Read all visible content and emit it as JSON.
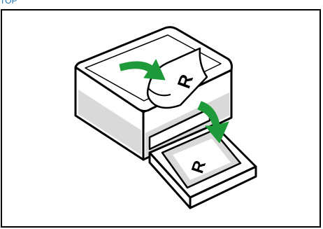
{
  "header": {
    "link_text": "TOP"
  },
  "illustration": {
    "subject": "printer-output-tray-diagram",
    "paper_letter": "R",
    "colors": {
      "outline": "#000000",
      "arrow": "#1f9a3a",
      "arrow_highlight": "#4fc36b",
      "shade": "#d9d9d9",
      "paper": "#ffffff"
    }
  }
}
